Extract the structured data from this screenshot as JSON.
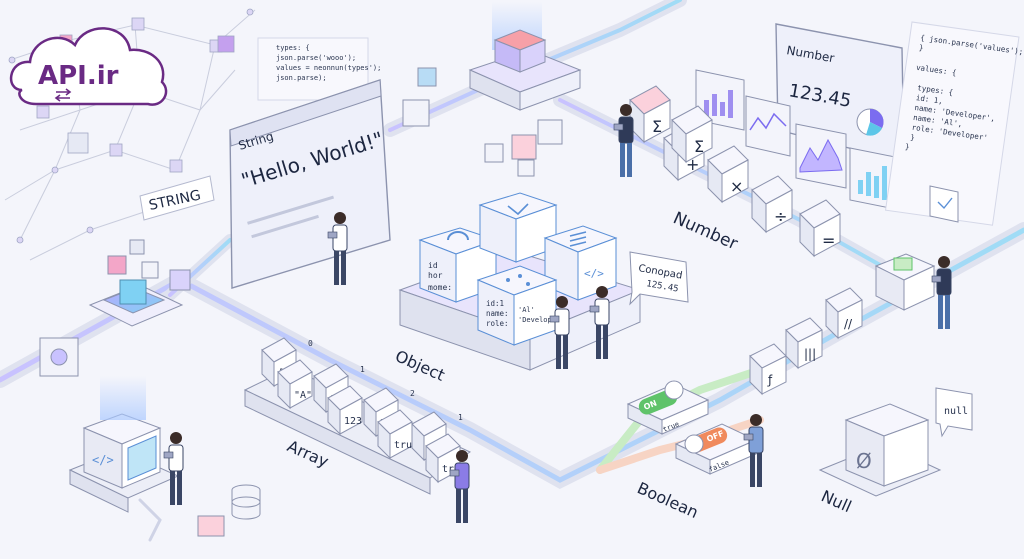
{
  "logo": {
    "text": "API.ir"
  },
  "labels": {
    "string": "STRING",
    "number": "Number",
    "object": "Object",
    "array": "Array",
    "boolean": "Boolean",
    "null": "Null"
  },
  "string_panel": {
    "header": "String",
    "value": "\"Hello, World!\""
  },
  "number_panel": {
    "header": "Number",
    "value": "123.45"
  },
  "object_tooltip": {
    "title": "Conopad",
    "value": "125.45"
  },
  "object_cubes": {
    "left": [
      "id",
      "hor",
      "mome:"
    ],
    "front": [
      "id:1",
      "name:",
      "role:"
    ],
    "front_right": [
      "'Al'",
      "'Developer'"
    ]
  },
  "array_items": [
    {
      "index": "0",
      "value": "[0"
    },
    {
      "index": "",
      "value": "\"A\""
    },
    {
      "index": "1",
      "value": "1"
    },
    {
      "index": "",
      "value": "123"
    },
    {
      "index": "2",
      "value": "2"
    },
    {
      "index": "",
      "value": "true"
    },
    {
      "index": "1",
      "value": "..."
    },
    {
      "index": "",
      "value": "true"
    }
  ],
  "boolean": {
    "on_label": "ON",
    "on_value": "true",
    "off_label": "OFF",
    "off_value": "false"
  },
  "null_bubble": "null",
  "null_symbol": "Ø",
  "code_snippet_left": [
    "types: {",
    "json.parse('wooo');",
    "values = neonnun(types');",
    "json.parse);"
  ],
  "code_snippet_right": [
    "{ json.parse('values');",
    "}",
    "",
    "values: {",
    "",
    "  types: {",
    "    id: 1,",
    "    name: 'Developer',",
    "    name: 'Al',",
    "    role: 'Developer'",
    "  }",
    "}"
  ],
  "operator_cubes": [
    "Σ",
    "+",
    "Σ",
    "×",
    "÷",
    "="
  ],
  "switch_cubes": [
    "//",
    "|||",
    "ƒ"
  ],
  "tag_icon": "</>",
  "colors": {
    "accent": "#7b6cf0",
    "teal": "#5cc6e8",
    "line": "#3a4665",
    "bg": "#f4f5fb",
    "logo": "#6a2a84",
    "on": "#5fc36a",
    "off": "#f08a5d"
  }
}
